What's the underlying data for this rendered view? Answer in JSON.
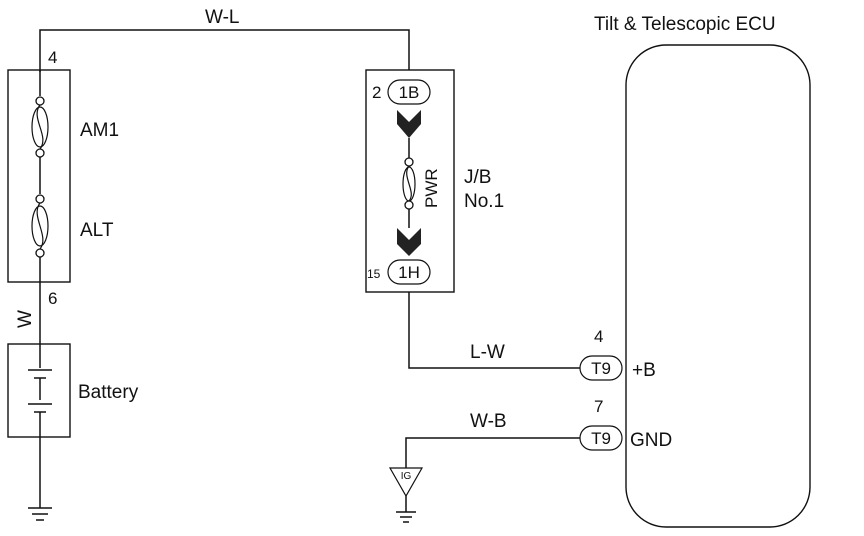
{
  "ecu": {
    "title": "Tilt & Telescopic ECU"
  },
  "wires": {
    "top": "W-L",
    "battery": "W",
    "plusb": "L-W",
    "gnd": "W-B"
  },
  "fuse_block": {
    "pin_top": "4",
    "pin_bottom": "6",
    "fuse1": "AM1",
    "fuse2": "ALT"
  },
  "battery": {
    "label": "Battery"
  },
  "junction_block": {
    "name_line1": "J/B",
    "name_line2": "No.1",
    "fuse": "PWR",
    "pin_top_num": "2",
    "conn_top": "1B",
    "pin_bottom_num": "15",
    "conn_bottom": "1H"
  },
  "ecu_pins": [
    {
      "num": "4",
      "connector": "T9",
      "signal": "+B"
    },
    {
      "num": "7",
      "connector": "T9",
      "signal": "GND"
    }
  ],
  "ground": {
    "ig_label": "IG"
  }
}
